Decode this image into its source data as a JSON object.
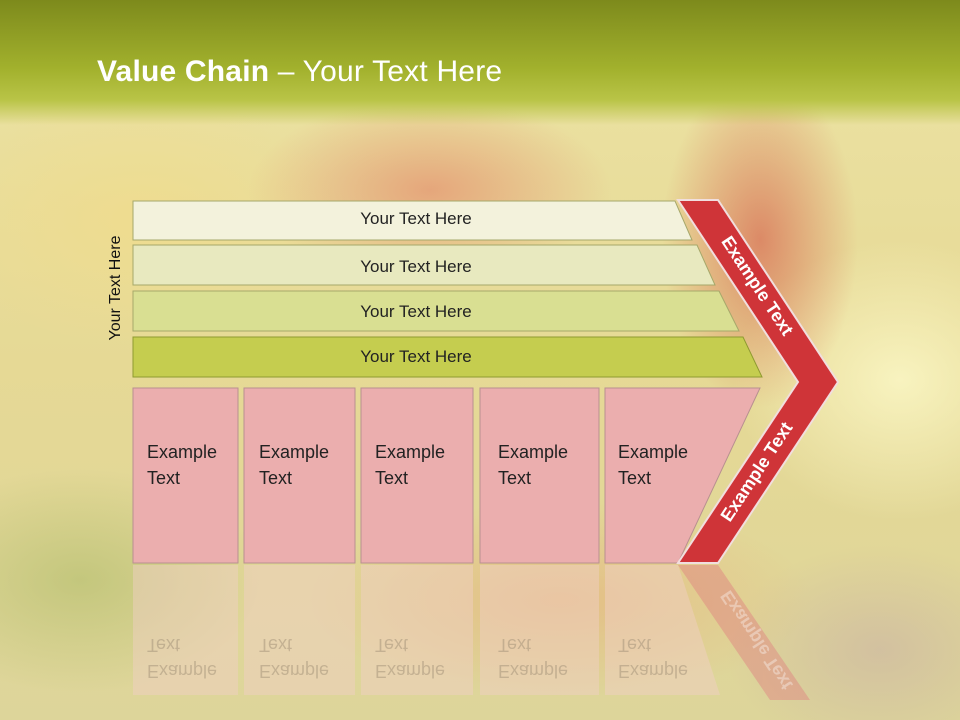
{
  "title": {
    "bold": "Value Chain",
    "rest": " – Your Text Here"
  },
  "side_label": "Your Text Here",
  "bands": [
    {
      "label": "Your Text Here"
    },
    {
      "label": "Your Text Here"
    },
    {
      "label": "Your Text Here"
    },
    {
      "label": "Your Text Here"
    }
  ],
  "boxes": [
    {
      "line1": "Example",
      "line2": "Text"
    },
    {
      "line1": "Example",
      "line2": "Text"
    },
    {
      "line1": "Example",
      "line2": "Text"
    },
    {
      "line1": "Example",
      "line2": "Text"
    },
    {
      "line1": "Example",
      "line2": "Text"
    }
  ],
  "arrow": {
    "upper_label": "Example Text",
    "lower_label": "Example Text"
  },
  "colors": {
    "band_1": "#f3f2dc",
    "band_2": "#e8e9bf",
    "band_3": "#d9df92",
    "band_4": "#c5cd4f",
    "box": "#ebaeae",
    "arrow": "#cf3438",
    "title_bar": "#a2b12d"
  }
}
